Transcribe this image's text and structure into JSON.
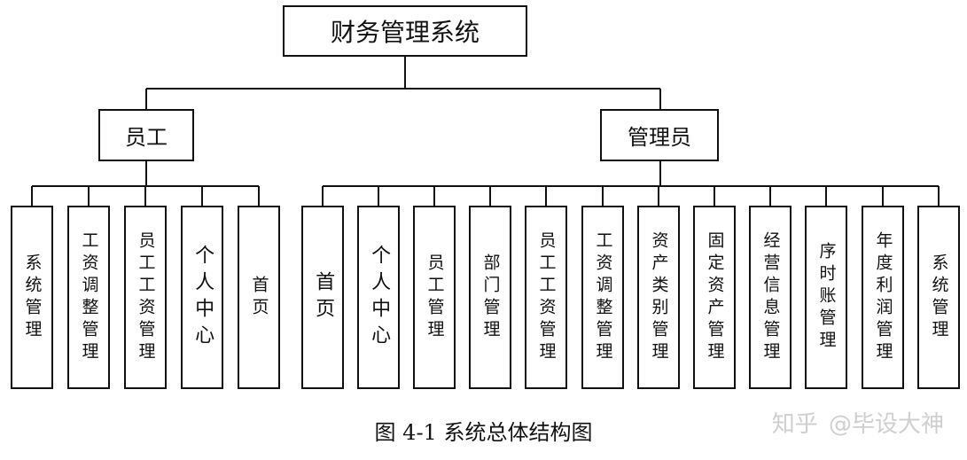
{
  "root": {
    "label": "财务管理系统"
  },
  "groups": [
    {
      "label": "员工",
      "children": [
        "系统管理",
        "工资调整管理",
        "员工工资管理",
        "个人中心",
        "首页"
      ]
    },
    {
      "label": "管理员",
      "children": [
        "首页",
        "个人中心",
        "员工管理",
        "部门管理",
        "员工工资管理",
        "工资调整管理",
        "资产类别管理",
        "固定资产管理",
        "经营信息管理",
        "序时账管理",
        "年度利润管理",
        "系统管理"
      ]
    }
  ],
  "caption": "图 4-1  系统总体结构图",
  "watermark": {
    "brand": "知乎",
    "handle": "@毕设大神"
  }
}
